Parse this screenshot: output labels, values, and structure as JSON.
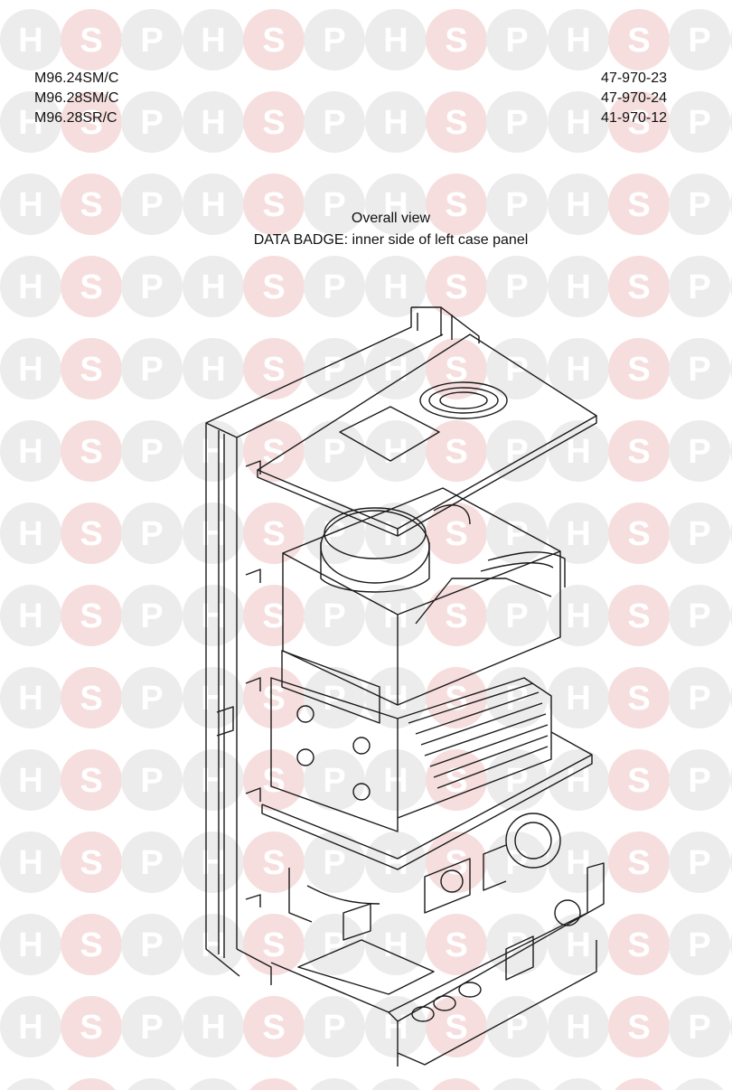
{
  "watermark": {
    "letters": [
      "H",
      "S",
      "P"
    ],
    "color_main": "#ececec",
    "color_accent": "#f6dede"
  },
  "header": {
    "models": [
      "M96.24SM/C",
      "M96.28SM/C",
      "M96.28SR/C"
    ],
    "codes": [
      "47-970-23",
      "47-970-24",
      "41-970-12"
    ]
  },
  "title": "Overall view",
  "subtitle": "DATA BADGE: inner side of left case panel"
}
